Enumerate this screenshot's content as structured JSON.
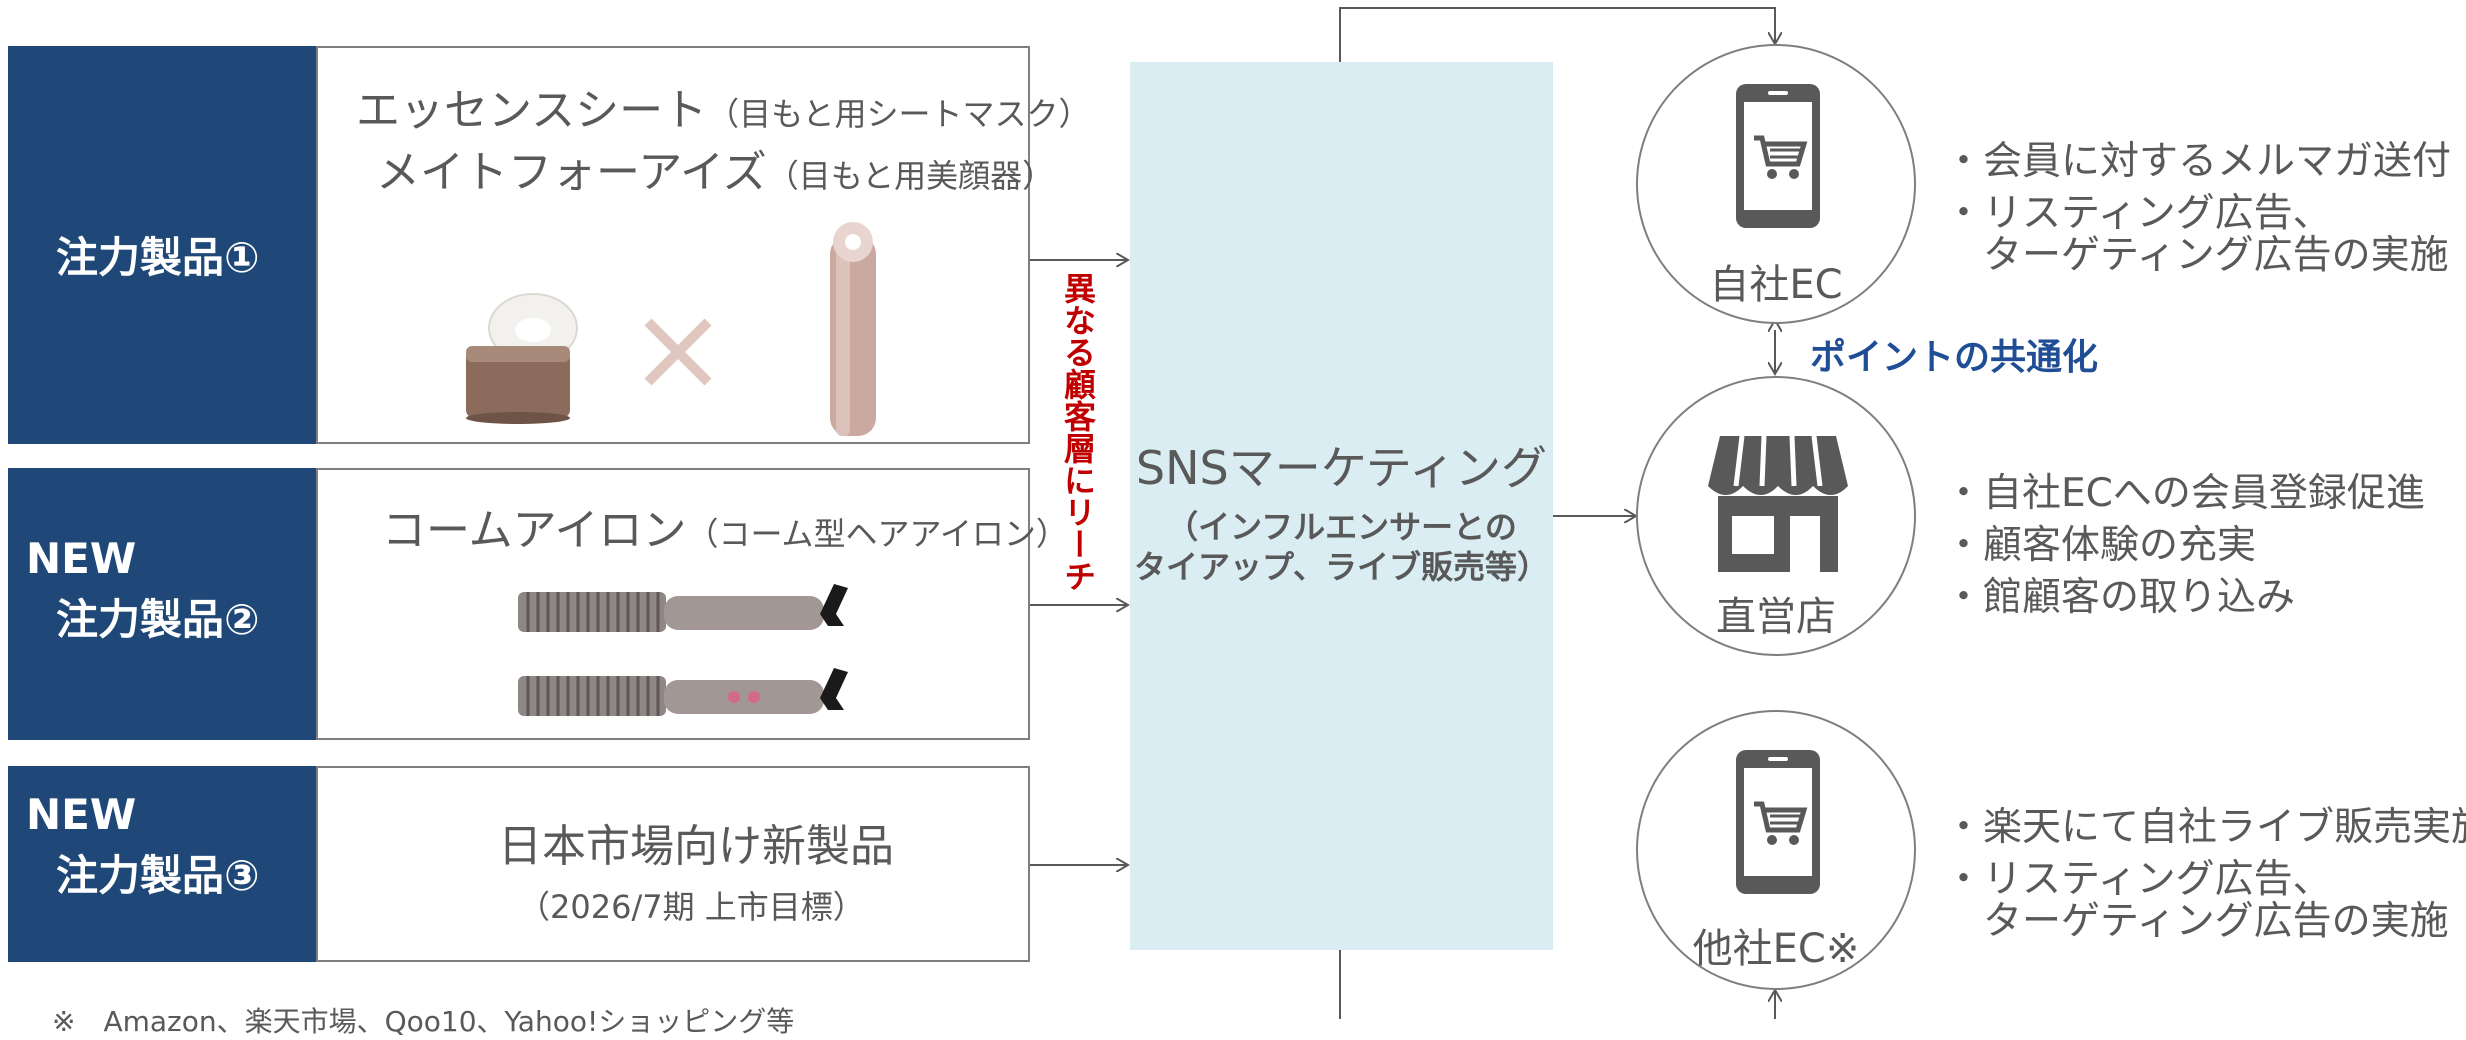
{
  "products": [
    {
      "badge_new": "",
      "badge_label": "注力製品①",
      "line_a": "エッセンスシート",
      "line_a_sub": "（目もと用シートマスク）",
      "line_b": "メイトフォーアイズ",
      "line_b_sub": "（目もと用美顔器）"
    },
    {
      "badge_new": "NEW",
      "badge_label": "注力製品②",
      "line_a": "コームアイロン",
      "line_a_sub": "（コーム型ヘアアイロン）"
    },
    {
      "badge_new": "NEW",
      "badge_label": "注力製品③",
      "line_a": "日本市場向け新製品",
      "line_a_sub": "（2026/7期 上市目標）"
    }
  ],
  "reach_label": "異なる顧客層にリーチ",
  "sns": {
    "title": "SNSマーケティング",
    "sub1": "（インフルエンサーとの",
    "sub2": "タイアップ、ライブ販売等）"
  },
  "channels": [
    {
      "label": "自社EC",
      "icon": "smartphone-cart-icon",
      "bullets": [
        "・会員に対するメルマガ送付",
        "・リスティング広告、",
        "　ターゲティング広告の実施"
      ]
    },
    {
      "label": "直営店",
      "icon": "storefront-icon",
      "bullets": [
        "・自社ECへの会員登録促進",
        "・顧客体験の充実",
        "・館顧客の取り込み"
      ]
    },
    {
      "label": "他社EC※",
      "icon": "smartphone-cart-icon",
      "bullets": [
        "・楽天にて自社ライブ販売実施",
        "・リスティング広告、",
        "　ターゲティング広告の実施"
      ]
    }
  ],
  "point_label": "ポイントの共通化",
  "footnote": "※　Amazon、楽天市場、Qoo10、Yahoo!ショッピング等",
  "colors": {
    "navy": "#1f4878",
    "sns_bg": "#daedf3",
    "red_text": "#c00000",
    "blue_text": "#1f4e96"
  }
}
